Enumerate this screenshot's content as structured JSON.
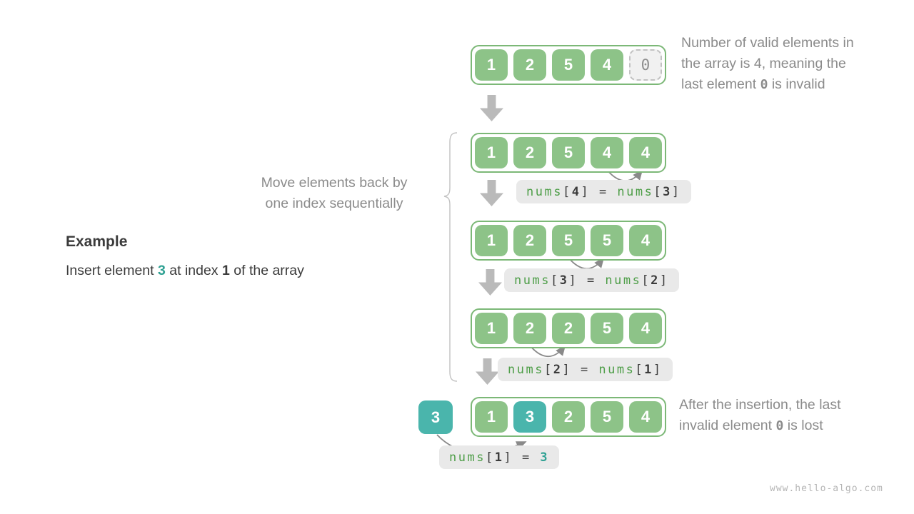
{
  "colors": {
    "cell_green": "#8dc388",
    "container_border_green": "#7cb877",
    "cell_teal": "#4ab5ac",
    "code_green_text": "#4e9e48",
    "code_teal_text": "#2fa193",
    "gray_note_text": "#8b8b8b",
    "dark_text": "#3b3b3b",
    "pill_background": "#e9e9e9",
    "block_arrow_gray": "#bababa"
  },
  "example": {
    "heading": "Example",
    "description_parts": [
      {
        "text": "Insert element ",
        "style": "plain"
      },
      {
        "text": "3",
        "style": "teal-bold"
      },
      {
        "text": " at index ",
        "style": "plain"
      },
      {
        "text": "1",
        "style": "dark-bold"
      },
      {
        "text": " of the array",
        "style": "plain"
      }
    ]
  },
  "notes": {
    "top_parts": [
      {
        "text": "Number of valid elements in",
        "style": "plain"
      },
      {
        "style": "br"
      },
      {
        "text": "the array is 4, meaning the",
        "style": "plain"
      },
      {
        "style": "br"
      },
      {
        "text": "last element ",
        "style": "plain"
      },
      {
        "text": "0",
        "style": "mono-bold"
      },
      {
        "text": " is invalid",
        "style": "plain"
      }
    ],
    "move_line1": "Move elements back by",
    "move_line2": "one index sequentially",
    "bottom_parts": [
      {
        "text": "After the insertion, the last",
        "style": "plain"
      },
      {
        "style": "br"
      },
      {
        "text": "invalid element ",
        "style": "plain"
      },
      {
        "text": "0",
        "style": "mono-bold"
      },
      {
        "text": " is lost",
        "style": "plain"
      }
    ]
  },
  "arrays": [
    {
      "id": "initial",
      "cells": [
        {
          "value": "1",
          "type": "green"
        },
        {
          "value": "2",
          "type": "green"
        },
        {
          "value": "5",
          "type": "green"
        },
        {
          "value": "4",
          "type": "green"
        },
        {
          "value": "0",
          "type": "invalid"
        }
      ]
    },
    {
      "id": "step-move-4",
      "cells": [
        {
          "value": "1",
          "type": "green"
        },
        {
          "value": "2",
          "type": "green"
        },
        {
          "value": "5",
          "type": "green"
        },
        {
          "value": "4",
          "type": "green"
        },
        {
          "value": "4",
          "type": "green"
        }
      ]
    },
    {
      "id": "step-move-3",
      "cells": [
        {
          "value": "1",
          "type": "green"
        },
        {
          "value": "2",
          "type": "green"
        },
        {
          "value": "5",
          "type": "green"
        },
        {
          "value": "5",
          "type": "green"
        },
        {
          "value": "4",
          "type": "green"
        }
      ]
    },
    {
      "id": "step-move-2",
      "cells": [
        {
          "value": "1",
          "type": "green"
        },
        {
          "value": "2",
          "type": "green"
        },
        {
          "value": "2",
          "type": "green"
        },
        {
          "value": "5",
          "type": "green"
        },
        {
          "value": "4",
          "type": "green"
        }
      ]
    },
    {
      "id": "final",
      "cells": [
        {
          "value": "1",
          "type": "green"
        },
        {
          "value": "3",
          "type": "teal"
        },
        {
          "value": "2",
          "type": "green"
        },
        {
          "value": "5",
          "type": "green"
        },
        {
          "value": "4",
          "type": "green"
        }
      ]
    }
  ],
  "inserted_box": {
    "value": "3"
  },
  "operations": [
    {
      "parts": [
        {
          "text": "nums",
          "style": "green"
        },
        {
          "text": "[",
          "style": "dark"
        },
        {
          "text": "4",
          "style": "dark-bold"
        },
        {
          "text": "]",
          "style": "dark"
        },
        {
          "text": " = ",
          "style": "dark"
        },
        {
          "text": "nums",
          "style": "green"
        },
        {
          "text": "[",
          "style": "dark"
        },
        {
          "text": "3",
          "style": "dark-bold"
        },
        {
          "text": "]",
          "style": "dark"
        }
      ]
    },
    {
      "parts": [
        {
          "text": "nums",
          "style": "green"
        },
        {
          "text": "[",
          "style": "dark"
        },
        {
          "text": "3",
          "style": "dark-bold"
        },
        {
          "text": "]",
          "style": "dark"
        },
        {
          "text": " = ",
          "style": "dark"
        },
        {
          "text": "nums",
          "style": "green"
        },
        {
          "text": "[",
          "style": "dark"
        },
        {
          "text": "2",
          "style": "dark-bold"
        },
        {
          "text": "]",
          "style": "dark"
        }
      ]
    },
    {
      "parts": [
        {
          "text": "nums",
          "style": "green"
        },
        {
          "text": "[",
          "style": "dark"
        },
        {
          "text": "2",
          "style": "dark-bold"
        },
        {
          "text": "]",
          "style": "dark"
        },
        {
          "text": " = ",
          "style": "dark"
        },
        {
          "text": "nums",
          "style": "green"
        },
        {
          "text": "[",
          "style": "dark"
        },
        {
          "text": "1",
          "style": "dark-bold"
        },
        {
          "text": "]",
          "style": "dark"
        }
      ]
    },
    {
      "parts": [
        {
          "text": "nums",
          "style": "green"
        },
        {
          "text": "[",
          "style": "dark"
        },
        {
          "text": "1",
          "style": "dark-bold"
        },
        {
          "text": "]",
          "style": "dark"
        },
        {
          "text": " = ",
          "style": "dark"
        },
        {
          "text": "3",
          "style": "teal-bold"
        }
      ]
    }
  ],
  "watermark": "www.hello-algo.com"
}
